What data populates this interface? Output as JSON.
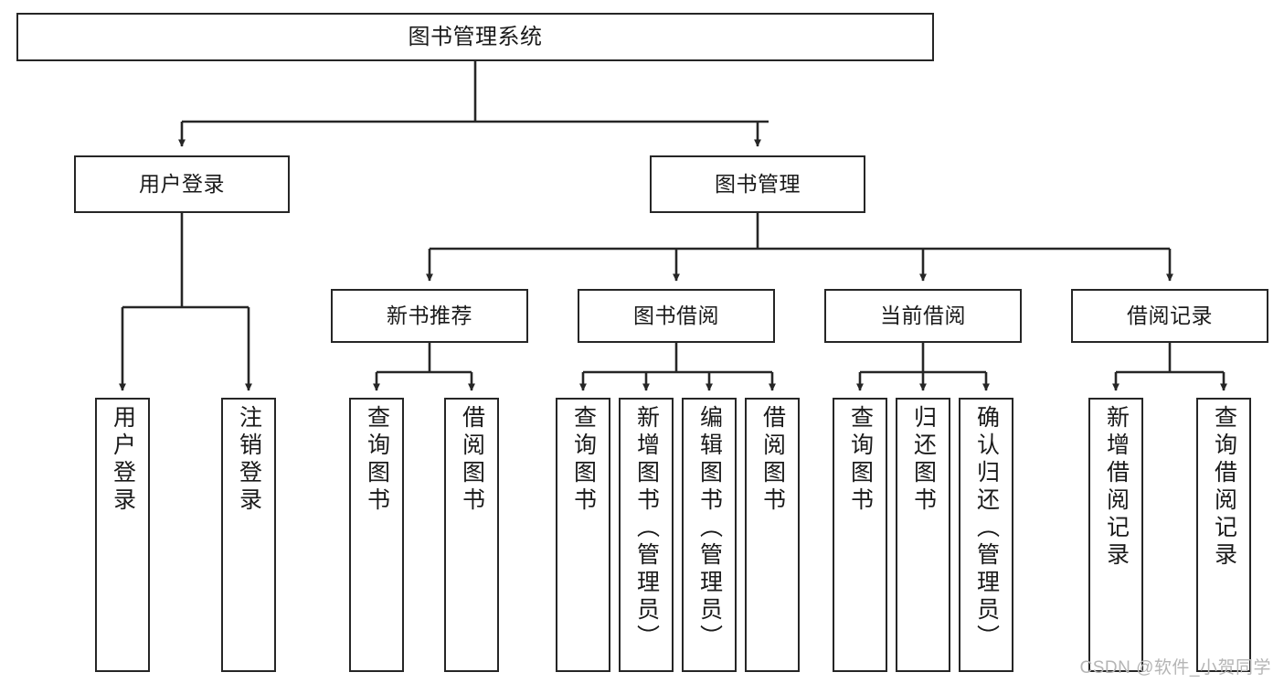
{
  "diagram": {
    "title": "图书管理系统",
    "type": "hierarchy-tree",
    "root": {
      "label": "图书管理系统"
    },
    "level2": [
      {
        "label": "用户登录"
      },
      {
        "label": "图书管理"
      }
    ],
    "level3": [
      {
        "label": "新书推荐"
      },
      {
        "label": "图书借阅"
      },
      {
        "label": "当前借阅"
      },
      {
        "label": "借阅记录"
      }
    ],
    "leaves": {
      "user_login": [
        {
          "label": "用户登录"
        },
        {
          "label": "注销登录"
        }
      ],
      "new_book_recommend": [
        {
          "label": "查询图书"
        },
        {
          "label": "借阅图书"
        }
      ],
      "book_borrow": [
        {
          "label": "查询图书"
        },
        {
          "label": "新增图书（管理员）"
        },
        {
          "label": "编辑图书（管理员）"
        },
        {
          "label": "借阅图书"
        }
      ],
      "current_borrow": [
        {
          "label": "查询图书"
        },
        {
          "label": "归还图书"
        },
        {
          "label": "确认归还（管理员）"
        }
      ],
      "borrow_record": [
        {
          "label": "新增借阅记录"
        },
        {
          "label": "查询借阅记录"
        }
      ]
    }
  },
  "watermark": {
    "text": "CSDN @软件_小贺同学"
  },
  "colors": {
    "stroke": "#262626",
    "background": "#ffffff",
    "text": "#1a1a1a",
    "watermark": "#b5b5b5"
  }
}
